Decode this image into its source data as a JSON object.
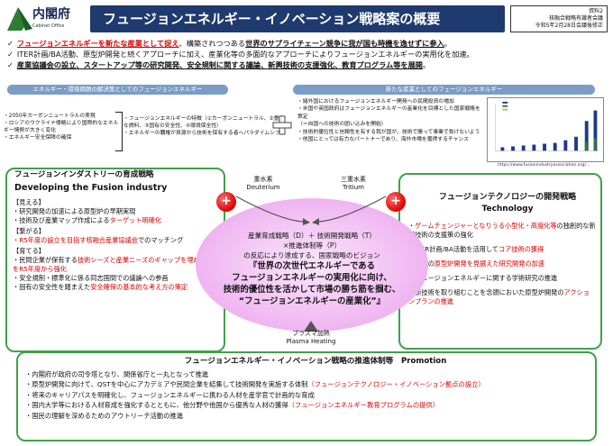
{
  "header": {
    "org": "内閣府",
    "org_en": "Cabinet Office",
    "title": "フュージョンエネルギー・イノベーション戦略案の概要",
    "doc_label": "資料2",
    "doc_meeting": "核融合戦略有識者会議",
    "doc_date": "令和5年2月28日会議後修正"
  },
  "bullets": [
    {
      "parts": [
        {
          "t": "フュージョンエネルギーを新たな産業として捉え",
          "s": "u red b"
        },
        {
          "t": "、構築されつつある",
          "s": ""
        },
        {
          "t": "世界のサプライチェーン競争に我が国も時機を逸せずに参入",
          "s": "u b"
        },
        {
          "t": "。",
          "s": ""
        }
      ]
    },
    {
      "parts": [
        {
          "t": "ITER計画/BA活動、原型炉開発と続くアプローチに加え、産業化等の多面的なアプローチによりフュージョンエネルギーの実用化を加速。",
          "s": ""
        }
      ]
    },
    {
      "parts": [
        {
          "t": "産業協議会の設立、スタートアップ等の研究開発、安全規制に関する議論、新興技術の支援強化、教育プログラム等を展開",
          "s": "u b"
        },
        {
          "t": "。",
          "s": ""
        }
      ]
    }
  ],
  "bands": {
    "left": "エネルギー・環境問題の解決策としてのフュージョンエネルギー",
    "right": "新たな産業としてのフュージョンエネルギー"
  },
  "mid_left": [
    "・2050年カーボンニュートラルの実現",
    "・ロシアのウクライナ侵略により国際的なエネルギー情勢が大きく変化",
    "・エネルギー安全保障の確保"
  ],
  "mid_center": [
    "・フュージョンエネルギーの特徴（①カーボンニュートラル、②豊富な燃料、③固有の安全性、④環境保全性）",
    "・エネルギーの覇権が資源から技術を保有する者へパラダイムシフト"
  ],
  "mid_right": [
    "・諸外国におけるフュージョンエネルギー開発への民間投資の増加",
    "・米国や英国政府はフュージョンエネルギーの産業化を目標とした国家戦略を策定",
    "（＝自国への技術の囲い込みを開始）",
    "・技術的優位性と信頼性を有する我が国が、技術で勝って事業で負けないよう",
    "・他国にとっては有力なパートナーであり、海外市場を獲得するチャンス"
  ],
  "chart_caption": "https://www.fusionindustryassociation.org/...",
  "left_box": {
    "title_ja": "フュージョンインダストリーの育成戦略",
    "title_en": "Developing the Fusion industry",
    "sections": [
      {
        "head": "【見える】",
        "items": [
          [
            {
              "t": "・研究開発の加速による原型炉の早期実現",
              "s": ""
            }
          ],
          [
            {
              "t": "・技術及び産業マップ作成による",
              "s": ""
            },
            {
              "t": "ターゲット明確化",
              "s": "red"
            }
          ]
        ]
      },
      {
        "head": "【繋がる】",
        "items": [
          [
            {
              "t": "・R5年度の設立を目指す核融合産業協議会",
              "s": "red"
            },
            {
              "t": "でのマッチング",
              "s": ""
            }
          ]
        ]
      },
      {
        "head": "【育てる】",
        "items": [
          [
            {
              "t": "・民間企業が保有する",
              "s": ""
            },
            {
              "t": "技術シーズと産業ニーズのギャップを埋める支援をR5年度から強化",
              "s": "red"
            }
          ],
          [
            {
              "t": "・安全規制・標準化に係る同志国間での議論への参画",
              "s": ""
            }
          ],
          [
            {
              "t": "・固有の安全性を踏まえた",
              "s": ""
            },
            {
              "t": "安全確保の基本的な考え方の策定",
              "s": "red"
            }
          ]
        ]
      }
    ]
  },
  "right_box": {
    "title_ja": "フュージョンテクノロジーの開発戦略",
    "title_en": "Technology",
    "items": [
      [
        {
          "t": "・",
          "s": ""
        },
        {
          "t": "ゲームチェンジャーとなりうる小型化・高度化等",
          "s": "red"
        },
        {
          "t": "の独創的な新興技術の支援策の強化",
          "s": ""
        }
      ],
      [
        {
          "t": "・ITER計画/BA活動を活用して",
          "s": ""
        },
        {
          "t": "コア技術の獲得",
          "s": "red"
        }
      ],
      [
        {
          "t": "・将来の",
          "s": ""
        },
        {
          "t": "原型炉開発を見据えた研究開発の加速",
          "s": "red"
        }
      ],
      [
        {
          "t": "・フュージョンエネルギーに関する学術研究の推進",
          "s": ""
        }
      ],
      [
        {
          "t": "・新技術を取り組むことを念頭においた原型炉開発の",
          "s": ""
        },
        {
          "t": "アクションプランの推進",
          "s": "red"
        }
      ]
    ]
  },
  "center": {
    "deuterium_ja": "重水素",
    "deuterium_en": "Deuterium",
    "tritium_ja": "三重水素",
    "tritium_en": "Tritium",
    "line1": "産業育成戦略（D）＋ 技術開発戦略（T）",
    "line2": "×推進体制等（P）",
    "line3": "の反応により達成する、国家戦略のビジョン",
    "vision1": "『世界の次世代エネルギーである",
    "vision2": "フュージョンエネルギーの実用化に向け、",
    "vision3": "技術的優位性を活かして市場の勝ち筋を掴む、",
    "vision4": "“フュージョンエネルギーの産業化”』",
    "plasma_ja": "プラズマ加熱",
    "plasma_en": "Plasma Heating"
  },
  "bottom_box": {
    "title": "フュージョンエネルギー・イノベーション戦略の推進体制等　Promotion",
    "items": [
      [
        {
          "t": "・内閣府が政府の司令塔となり、関係省庁と一丸となって推進",
          "s": ""
        }
      ],
      [
        {
          "t": "・原型炉開発に向けて、QSTを中心にアカデミアや民間企業を結集して技術開発を実施する体制",
          "s": ""
        },
        {
          "t": "（フュージョンテクノロジー・イノベーション拠点の設立）",
          "s": "red"
        }
      ],
      [
        {
          "t": "・将来のキャリアパスを明確化し、フュージョンエネルギーに携わる人材を産学官で計画的な育成",
          "s": ""
        }
      ],
      [
        {
          "t": "・国内大学等における人材育成を強化するとともに、他分野や他国から優秀な人材の獲得",
          "s": ""
        },
        {
          "t": "（フュージョンエネルギー教育プログラムの提供）",
          "s": "red"
        }
      ],
      [
        {
          "t": "・国民の理解を深めるためのアウトリーチ活動の推進",
          "s": ""
        }
      ]
    ]
  },
  "colors": {
    "navy": "#1f3a6e",
    "green": "#3fa24a",
    "red": "#d80000",
    "band": "#7a9cc6"
  }
}
